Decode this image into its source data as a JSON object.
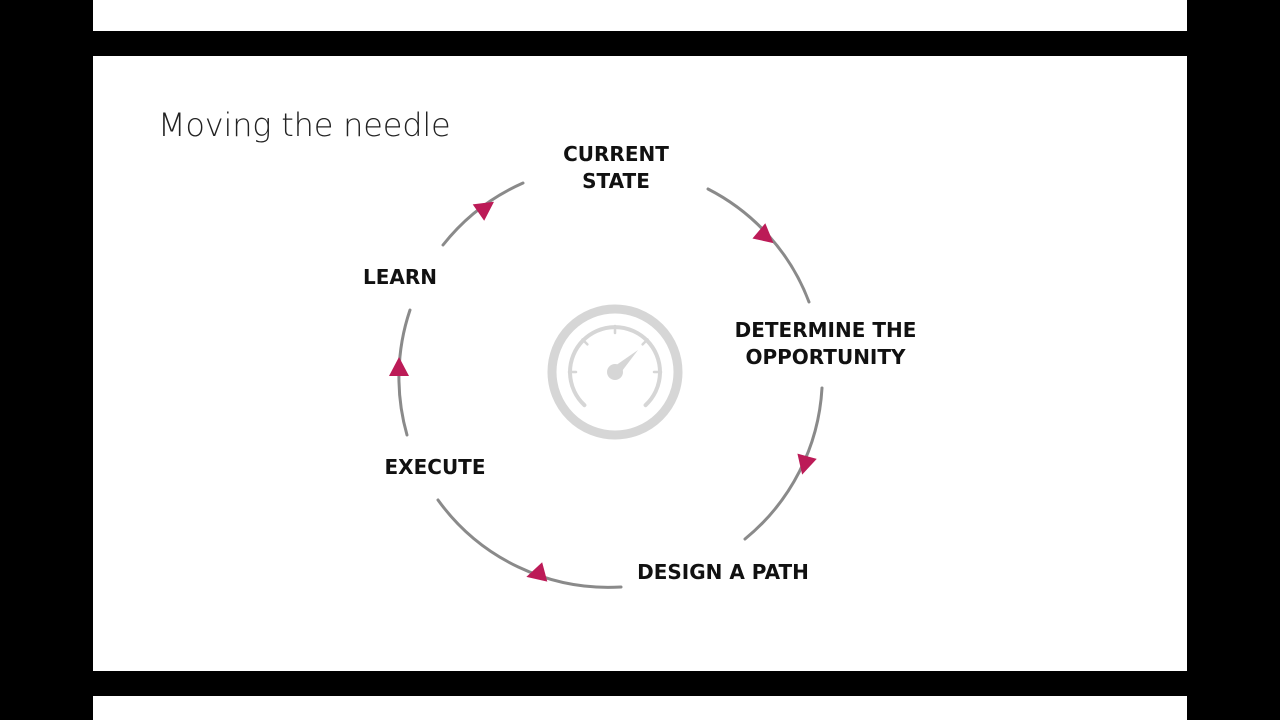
{
  "slide": {
    "title": "Moving the needle"
  },
  "cycle": {
    "steps": [
      {
        "label": "CURRENT\nSTATE"
      },
      {
        "label": "DETERMINE THE\nOPPORTUNITY"
      },
      {
        "label": "DESIGN A PATH"
      },
      {
        "label": "EXECUTE"
      },
      {
        "label": "LEARN"
      }
    ],
    "colors": {
      "arrow": "#bc1b57",
      "ring": "#8a8a8a",
      "icon": "#d6d6d6"
    },
    "center_icon": "speedometer-icon",
    "arrow_icon": "triangle-arrow-icon"
  }
}
